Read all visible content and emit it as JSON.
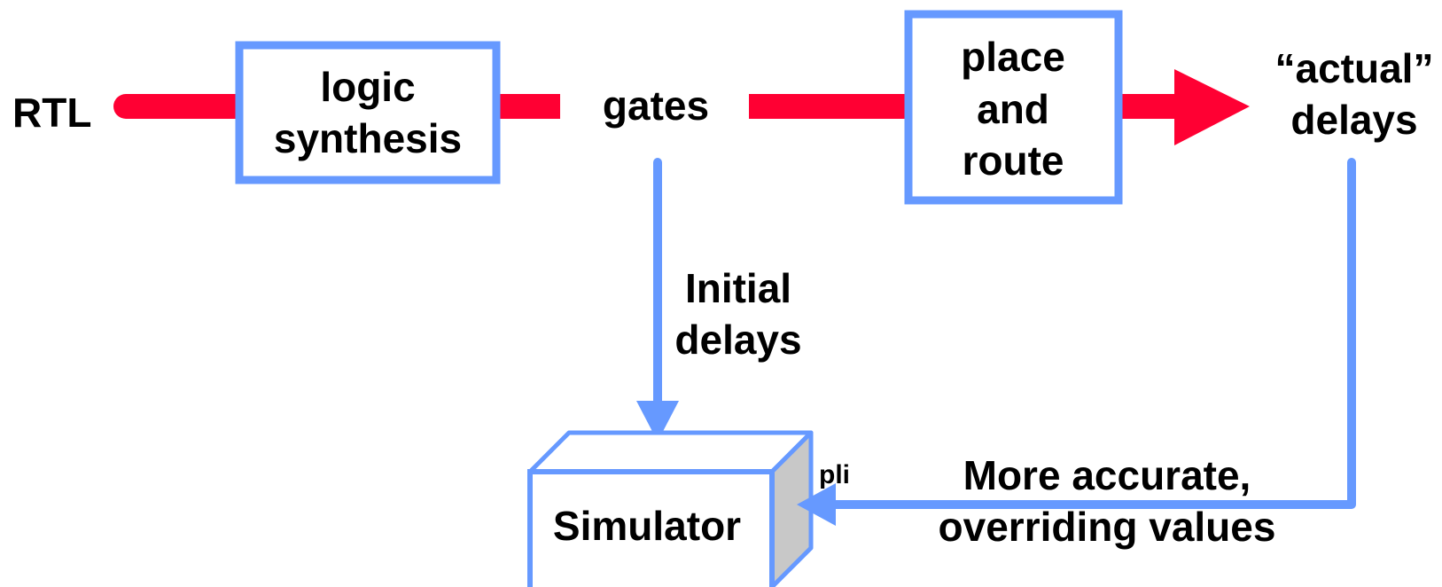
{
  "colors": {
    "flow": "#FF0033",
    "outline": "#6699FF",
    "shade": "#C8C8C8",
    "text": "#000000",
    "background": "#FFFFFF"
  },
  "labels": {
    "rtl": "RTL",
    "logic_synthesis": [
      "logic",
      "synthesis"
    ],
    "gates": "gates",
    "place_and_route": [
      "place",
      "and",
      "route"
    ],
    "actual_delays": [
      "“actual”",
      "delays"
    ],
    "initial_delays": [
      "Initial",
      "delays"
    ],
    "simulator": "Simulator",
    "pli": "pli",
    "overriding_values": [
      "More accurate,",
      "overriding values"
    ]
  }
}
